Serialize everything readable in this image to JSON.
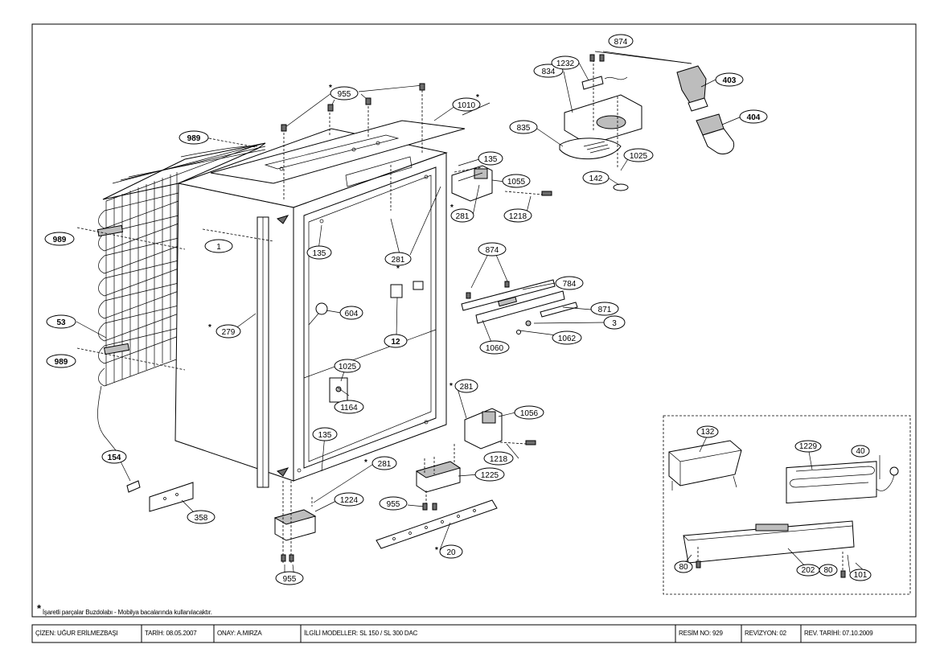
{
  "labels": {
    "l1": "1",
    "l3": "3",
    "l12": "12",
    "l20": "20",
    "l40": "40",
    "l53": "53",
    "l80a": "80",
    "l80b": "80",
    "l101": "101",
    "l132": "132",
    "l135a": "135",
    "l135b": "135",
    "l135c": "135",
    "l142": "142",
    "l154": "154",
    "l202": "202",
    "l279": "279",
    "l281a": "281",
    "l281b": "281",
    "l281c": "281",
    "l281d": "281",
    "l358": "358",
    "l403": "403",
    "l404": "404",
    "l604": "604",
    "l784": "784",
    "l834": "834",
    "l835": "835",
    "l871": "871",
    "l874a": "874",
    "l874b": "874",
    "l955a": "955",
    "l955b": "955",
    "l955c": "955",
    "l989a": "989",
    "l989b": "989",
    "l989c": "989",
    "l1010": "1010",
    "l1025a": "1025",
    "l1025b": "1025",
    "l1055": "1055",
    "l1056": "1056",
    "l1060": "1060",
    "l1062": "1062",
    "l1164": "1164",
    "l1218a": "1218",
    "l1218b": "1218",
    "l1224": "1224",
    "l1225": "1225",
    "l1229": "1229",
    "l1232": "1232"
  },
  "footnote": "İşaretli parçalar Buzdolabı - Mobilya bacalarında kullanılacaktır.",
  "title_block": {
    "cizen": "ÇİZEN: UĞUR ERİLMEZBAŞI",
    "tarih": "TARİH: 08.05.2007",
    "onay": "ONAY: A.MIRZA",
    "modeller": "İLGİLİ MODELLER:  SL 150 / SL 300 DAC",
    "resim_no": "RESİM NO: 929",
    "revizyon": "REVİZYON: 02",
    "rev_tarihi": "REV. TARİHİ:  07.10.2009"
  }
}
